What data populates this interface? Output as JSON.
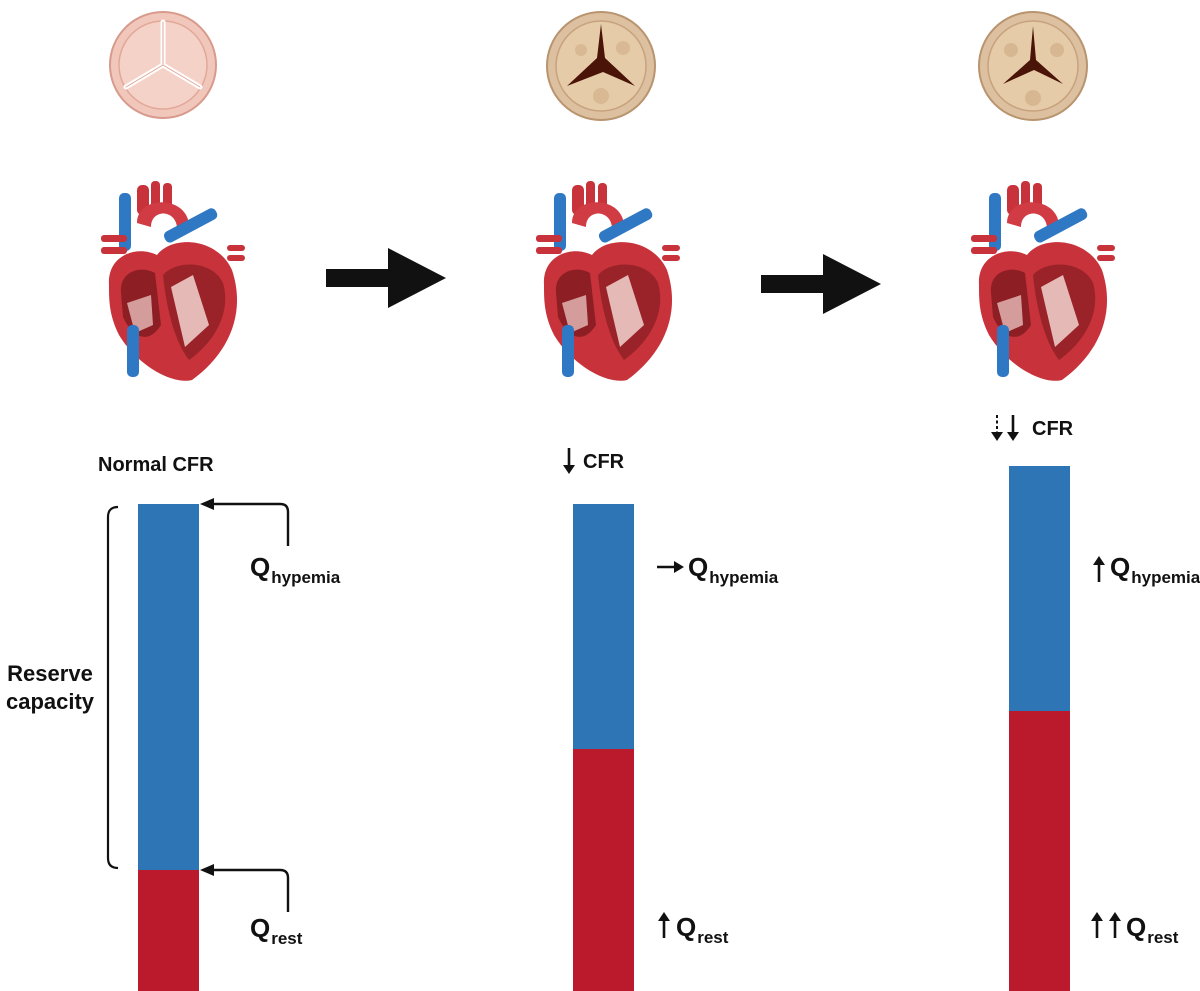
{
  "colors": {
    "reserve_blue": "#2e75b6",
    "rest_red": "#bb1a2d",
    "arrow_black": "#111111",
    "valve_normal": "#f2c7bb",
    "valve_calcified": "#dcc0a0",
    "heart_red": "#c8323a",
    "vessel_blue": "#2f78c4"
  },
  "stages": [
    {
      "valve_icon": "normal-aortic-valve-icon",
      "heart_icon": "heart-icon",
      "cfr_label": "Normal CFR",
      "cfr_arrows": "",
      "reserve_label": "Reserve\ncapacity",
      "hyperemia_q": "Q",
      "hyperemia_sub": "hypemia",
      "rest_q": "Q",
      "rest_sub": "rest"
    },
    {
      "valve_icon": "stenotic-aortic-valve-icon",
      "heart_icon": "heart-icon",
      "cfr_label": "CFR",
      "cfr_arrows": "down-arrow-icon",
      "hyperemia_q": "Q",
      "hyperemia_sub": "hypemia",
      "hyperemia_arrow": "right-arrow-icon",
      "rest_q": "Q",
      "rest_sub": "rest",
      "rest_arrow": "up-arrow-icon"
    },
    {
      "valve_icon": "stenotic-aortic-valve-icon",
      "heart_icon": "heart-icon",
      "cfr_label": "CFR",
      "cfr_arrows": "dashed-down-arrow-icon down-arrow-icon",
      "hyperemia_q": "Q",
      "hyperemia_sub": "hypemia",
      "hyperemia_arrow": "up-arrow-icon",
      "rest_q": "Q",
      "rest_sub": "rest",
      "rest_arrow": "double-up-arrow-icon"
    }
  ],
  "progression_arrows": [
    "right-block-arrow-icon",
    "right-block-arrow-icon"
  ]
}
